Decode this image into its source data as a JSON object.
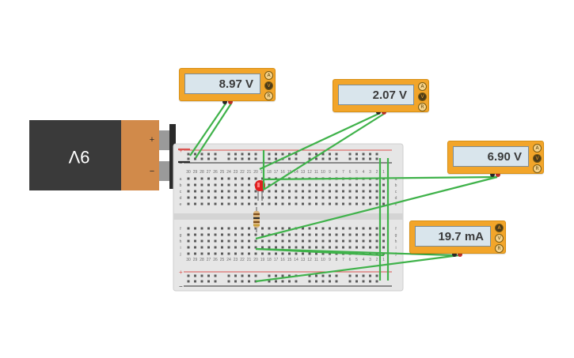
{
  "battery": {
    "label": "9V",
    "plus_symbol": "+",
    "minus_symbol": "−"
  },
  "multimeters": [
    {
      "id": "meter-1",
      "reading": "8.97 V",
      "mode_icons": [
        "A",
        "V",
        "R"
      ]
    },
    {
      "id": "meter-2",
      "reading": "2.07 V",
      "mode_icons": [
        "A",
        "V",
        "R"
      ]
    },
    {
      "id": "meter-3",
      "reading": "6.90 V",
      "mode_icons": [
        "A",
        "V",
        "R"
      ]
    },
    {
      "id": "meter-4",
      "reading": "19.7 mA",
      "mode_icons": [
        "A",
        "V",
        "R"
      ]
    }
  ],
  "breadboard": {
    "rail_plus": "+",
    "rail_minus": "−",
    "row_letters_top": [
      "a",
      "b",
      "c",
      "d",
      "e"
    ],
    "row_letters_bottom": [
      "f",
      "g",
      "h",
      "i",
      "j"
    ],
    "column_numbers": [
      "30",
      "29",
      "28",
      "27",
      "26",
      "25",
      "24",
      "23",
      "22",
      "21",
      "20",
      "19",
      "18",
      "17",
      "16",
      "15",
      "14",
      "13",
      "12",
      "11",
      "10",
      "9",
      "8",
      "7",
      "6",
      "5",
      "4",
      "3",
      "2",
      "1"
    ]
  },
  "colors": {
    "wire": "#3fb24a",
    "meter_body": "#f2a52a",
    "meter_display": "#d9e5ec",
    "battery_body": "#3a3a3a",
    "battery_cap": "#d18a4a",
    "breadboard": "#e6e6e6",
    "rail_red": "#d9534f",
    "rail_blue": "#2a2a2a",
    "led": "#e02020"
  }
}
